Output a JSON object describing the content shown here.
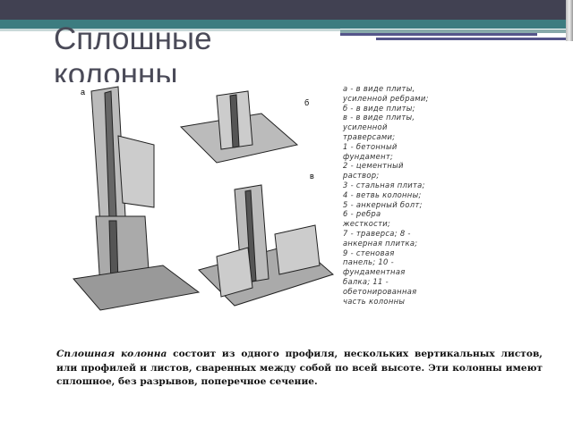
{
  "slide": {
    "title": "Сплошные колонны",
    "figure_legend": [
      "а - в виде плиты,",
      "усиленной ребрами;",
      "б - в виде плиты;",
      "в - в виде плиты,",
      "усиленной",
      "траверсами;",
      "1 - бетонный",
      "фундамент;",
      "2 - цементный",
      "раствор;",
      "3 - стальная плита;",
      "4 - ветвь колонны;",
      "5 - анкерный болт;",
      "6 - ребра",
      "жесткости;",
      "7 - траверса; 8 -",
      "анкерная плитка;",
      "9 - стеновая",
      "панель; 10 -",
      "фундаментная",
      "балка; 11 -",
      "обетонированная",
      "часть колонны"
    ],
    "figure_labels": {
      "a": "а",
      "b": "б",
      "v": "в"
    },
    "body_term": "Сплошная колонна",
    "body_text": " состоит из одного профиля, нескольких вертикальных листов, или профилей и листов, сваренных между собой по всей высоте. Эти колонны имеют сплошное, без разрывов, поперечное сечение."
  },
  "colors": {
    "header": "#414152",
    "accent": "#3d7c80",
    "title": "#4a4a58"
  }
}
